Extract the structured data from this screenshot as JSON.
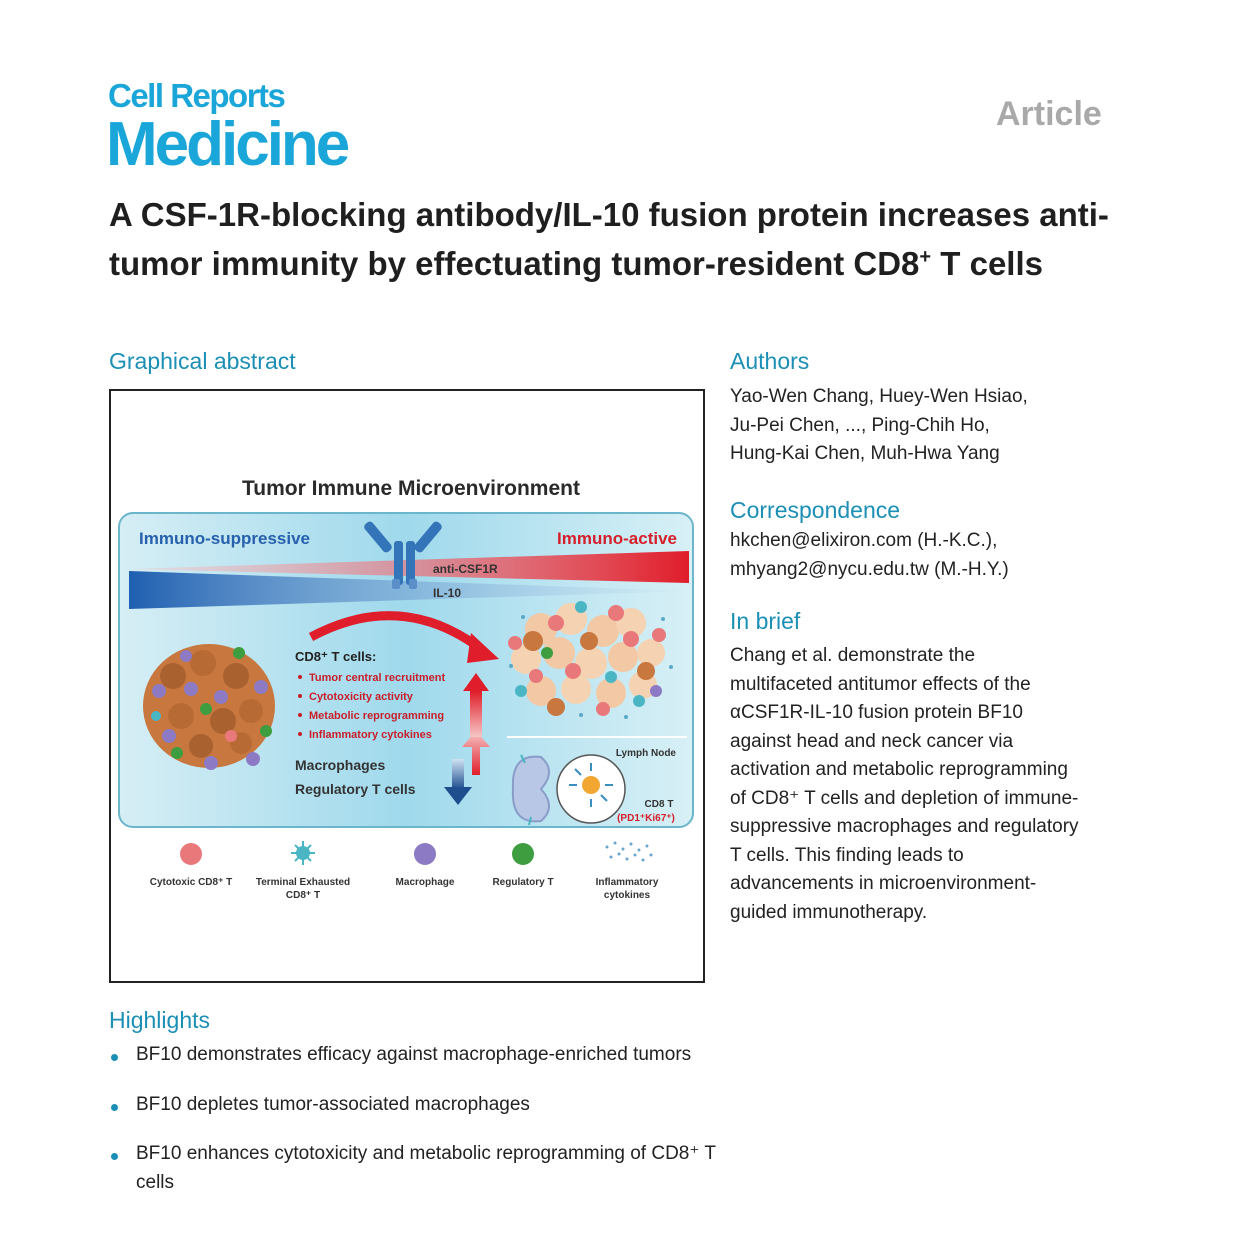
{
  "journal": {
    "line1": "Cell Reports",
    "line2": "Medicine"
  },
  "article_type": "Article",
  "title": {
    "main": "A CSF-1R-blocking antibody/IL-10 fusion protein increases anti-tumor immunity by effectuating tumor-resident CD8",
    "sup": "+",
    "tail": " T cells"
  },
  "graphical_abstract": {
    "heading": "Graphical abstract",
    "figure_title": "Tumor Immune Microenvironment",
    "left_label": "Immuno-suppressive",
    "right_label": "Immuno-active",
    "drug1": "anti-CSF1R",
    "drug2": "IL-10",
    "cd8_heading": "CD8⁺ T cells:",
    "cd8_items": [
      "Tumor central recruitment",
      "Cytotoxicity activity",
      "Metabolic reprogramming",
      "Inflammatory cytokines"
    ],
    "down1": "Macrophages",
    "down2": "Regulatory T cells",
    "lymph_node": "Lymph Node",
    "cd8t_label": "CD8 T",
    "cd8t_marker": "(PD1⁺Ki67⁺)",
    "legend": [
      {
        "line1": "Cytotoxic  CD8⁺ T",
        "line2": ""
      },
      {
        "line1": "Terminal  Exhausted",
        "line2": "CD8⁺ T"
      },
      {
        "line1": "Macrophage",
        "line2": ""
      },
      {
        "line1": "Regulatory T",
        "line2": ""
      },
      {
        "line1": "Inflammatory",
        "line2": "cytokines"
      }
    ],
    "colors": {
      "cytotoxic": "#e9787b",
      "exhausted": "#4ab6c4",
      "macrophage": "#8c7ac4",
      "treg": "#3e9d3e",
      "tumor": "#c8773f"
    }
  },
  "authors": {
    "heading": "Authors",
    "lines": [
      "Yao-Wen Chang, Huey-Wen Hsiao,",
      "Ju-Pei Chen, ..., Ping-Chih Ho,",
      "Hung-Kai Chen, Muh-Hwa Yang"
    ]
  },
  "correspondence": {
    "heading": "Correspondence",
    "lines": [
      "hkchen@elixiron.com (H.-K.C.),",
      "mhyang2@nycu.edu.tw (M.-H.Y.)"
    ]
  },
  "in_brief": {
    "heading": "In brief",
    "lines": [
      "Chang et al. demonstrate the",
      "multifaceted antitumor effects of the",
      "αCSF1R-IL-10 fusion protein BF10",
      "against head and neck cancer via",
      "activation and metabolic reprogramming",
      "of CD8⁺ T cells and depletion of immune-",
      "suppressive macrophages and regulatory",
      "T cells. This finding leads to",
      "advancements in microenvironment-",
      "guided immunotherapy."
    ]
  },
  "highlights": {
    "heading": "Highlights",
    "items": [
      "BF10 demonstrates efficacy against macrophage-enriched tumors",
      "BF10 depletes tumor-associated macrophages",
      "BF10 enhances cytotoxicity and metabolic reprogramming of CD8⁺ T cells"
    ]
  }
}
